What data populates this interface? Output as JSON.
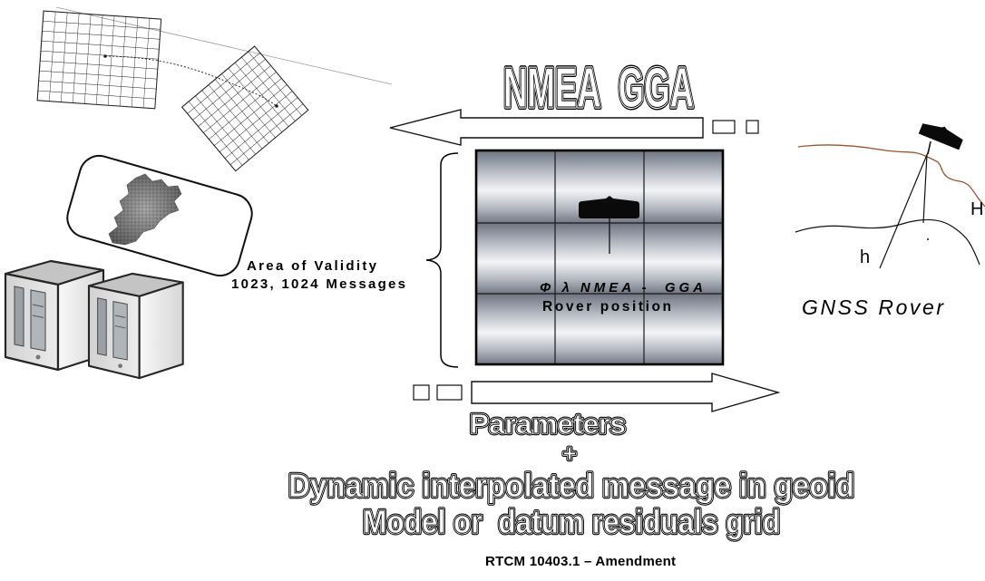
{
  "header": {
    "title": "NMEA  GGA"
  },
  "validity_area": {
    "line1": "Area of Validity",
    "line2": "1023, 1024 Messages"
  },
  "grid_cell": {
    "coordinates": "Φ λ NMEA -  GGA",
    "caption": "Rover position"
  },
  "rover": {
    "label": "GNSS Rover",
    "label_H": "H",
    "label_h": "h"
  },
  "output": {
    "parameters": "Parameters",
    "plus": "+",
    "line1": "Dynamic interpolated message in geoid",
    "line2": "Model or  datum residuals grid"
  },
  "footer": {
    "reference": "RTCM 10403.1 – Amendment"
  },
  "colors": {
    "terrain_line": "#a0522d"
  }
}
